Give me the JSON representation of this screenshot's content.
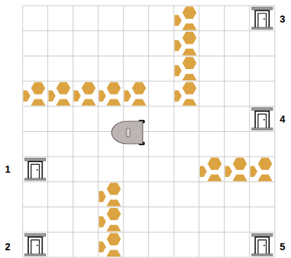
{
  "diagram": {
    "labels": [
      "3",
      "4",
      "1",
      "2",
      "5"
    ]
  }
}
